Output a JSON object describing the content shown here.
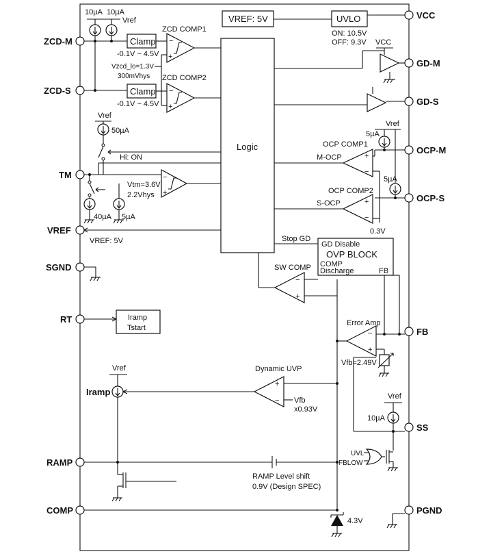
{
  "pins": {
    "zcd_m": "ZCD-M",
    "zcd_s": "ZCD-S",
    "tm": "TM",
    "vref": "VREF",
    "sgnd": "SGND",
    "rt": "RT",
    "ramp": "RAMP",
    "comp": "COMP",
    "vcc": "VCC",
    "gd_m": "GD-M",
    "gd_s": "GD-S",
    "ocp_m": "OCP-M",
    "ocp_s": "OCP-S",
    "fb": "FB",
    "ss": "SS",
    "pgnd": "PGND"
  },
  "blocks": {
    "vref5": "VREF: 5V",
    "uvlo": "UVLO",
    "uvlo_on": "ON: 10.5V",
    "uvlo_off": "OFF: 9.3V",
    "logic": "Logic",
    "clamp1": "Clamp",
    "clamp2": "Clamp",
    "iramp_box_1": "Iramp",
    "iramp_box_2": "Tstart",
    "ovp_title_small": "GD Disable",
    "ovp_title": "OVP BLOCK",
    "ovp_comp": "COMP",
    "ovp_discharge": "Discharge",
    "ovp_fb": "FB"
  },
  "labels": {
    "i10a": "10µA",
    "i10b": "10µA",
    "vref_top": "Vref",
    "zcd_comp1": "ZCD COMP1",
    "zcd_comp2": "ZCD COMP2",
    "clamp_range1": "-0.1V ~ 4.5V",
    "clamp_range2": "-0.1V ~ 4.5V",
    "vzcd1": "Vzcd_lo=1.3V",
    "vzcd2": "300mVhys",
    "vcc_gd": "VCC",
    "vref_tm": "Vref",
    "i50": "50µA",
    "hi_on": "Hi: ON",
    "vtm1": "Vtm=3.6V",
    "vtm2": "2.2Vhys",
    "i40": "40µA",
    "i5_tm": "5µA",
    "vref_5v": "VREF: 5V",
    "ocp_i5": "5µA",
    "ocp_vref": "Vref",
    "ocp_comp1": "OCP COMP1",
    "m_ocp": "M-OCP",
    "ocp_i5b": "5µA",
    "ocp_comp2": "OCP COMP2",
    "s_ocp": "S-OCP",
    "v03": "0.3V",
    "stop_gd": "Stop GD",
    "sw_comp": "SW COMP",
    "error_amp": "Error Amp",
    "vfb": "Vfb=2.49V",
    "dyn_uvp": "Dynamic UVP",
    "vfb_lbl": "Vfb",
    "vfb_ratio": "x0.93V",
    "vref_iramp": "Vref",
    "iramp": "Iramp",
    "ss_vref": "Vref",
    "ss_i10": "10µA",
    "uvl": "UVL",
    "fblow": "FBLOW",
    "ramp_shift1": "RAMP Level shift",
    "ramp_shift2": "0.9V (Design SPEC)",
    "zener": "4.3V"
  }
}
